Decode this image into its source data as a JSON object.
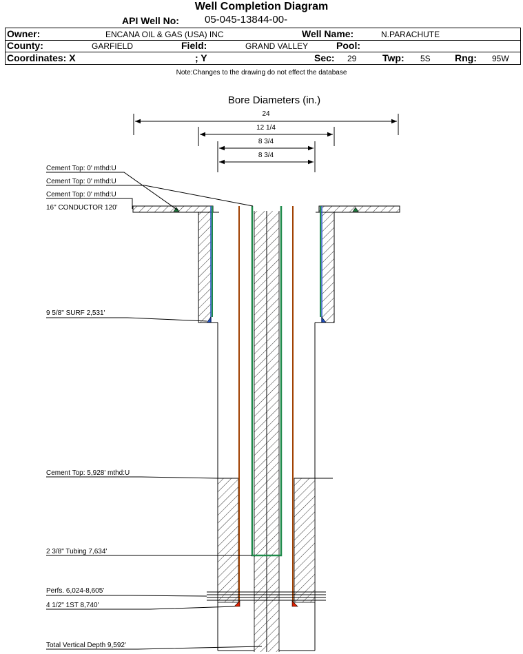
{
  "header": {
    "title": "Well Completion Diagram",
    "api_label": "API Well No:",
    "api_value": "05-045-13844-00-",
    "owner_label": "Owner:",
    "owner_value": "ENCANA OIL & GAS (USA) INC",
    "well_name_label": "Well Name:",
    "well_name_value": "N.PARACHUTE",
    "county_label": "County:",
    "county_value": "GARFIELD",
    "field_label": "Field:",
    "field_value": "GRAND VALLEY",
    "pool_label": "Pool:",
    "pool_value": "",
    "coord_label": "Coordinates: X",
    "coord_y_label": "; Y",
    "sec_label": "Sec:",
    "sec_value": "29",
    "twp_label": "Twp:",
    "twp_value": "5S",
    "rng_label": "Rng:",
    "rng_value": "95W",
    "note": "Note:Changes to the drawing do not effect the database"
  },
  "diagram": {
    "bore_title": "Bore Diameters (in.)",
    "dimensions": [
      "24",
      "12 1/4",
      "8 3/4",
      "8 3/4"
    ],
    "callouts": [
      "Cement Top: 0' mthd:U",
      "Cement Top: 0' mthd:U",
      "Cement Top: 0' mthd:U",
      "16\" CONDUCTOR  120'",
      "9 5/8\" SURF      2,531'",
      "Cement Top: 5,928' mthd:U",
      "2 3/8\" Tubing 7,634'",
      "Perfs. 6,024-8,605'",
      "4 1/2\" 1ST        8,740'",
      "Total Vertical Depth 9,592'"
    ],
    "colors": {
      "tubing": "#1e8a4a",
      "production_casing": "#a04000",
      "surface_cement": "#2050c0",
      "shoe_red": "#e02000",
      "conductor_shoe": "#1a7a3a"
    }
  }
}
